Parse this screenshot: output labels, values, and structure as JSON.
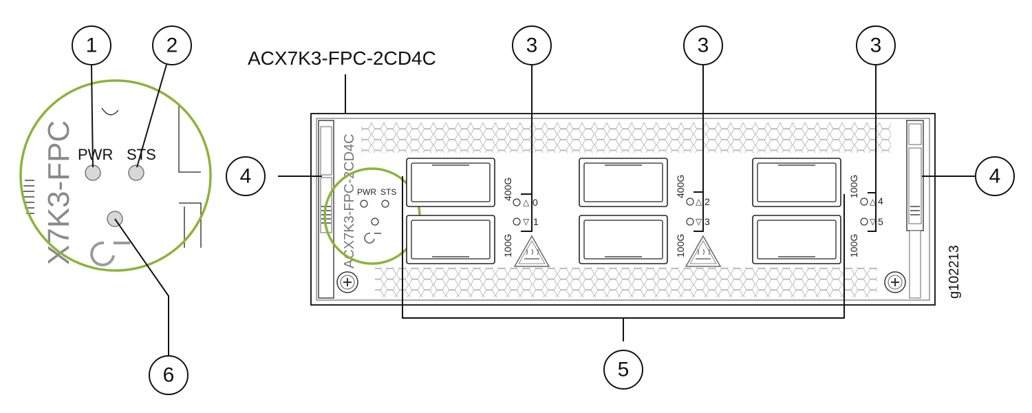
{
  "module_label": "ACX7K3-FPC-2CD4C",
  "faceplate_text": "ACX7K3-FPC-2CD4C",
  "zoom_text": "X7K3-FPC",
  "figure_id": "g102213",
  "callouts": [
    "1",
    "2",
    "3",
    "3",
    "3",
    "4",
    "4",
    "5",
    "6"
  ],
  "leds": {
    "pwr": "PWR",
    "sts": "STS"
  },
  "speeds": {
    "left_top": "400G",
    "left_bottom": "100G",
    "mid_top": "400G",
    "mid_bottom": "100G",
    "right_top": "100G",
    "right_bottom": "100G"
  },
  "port_ids": [
    "0",
    "1",
    "2",
    "3",
    "4",
    "5"
  ],
  "highlight_color": "#8db33a"
}
